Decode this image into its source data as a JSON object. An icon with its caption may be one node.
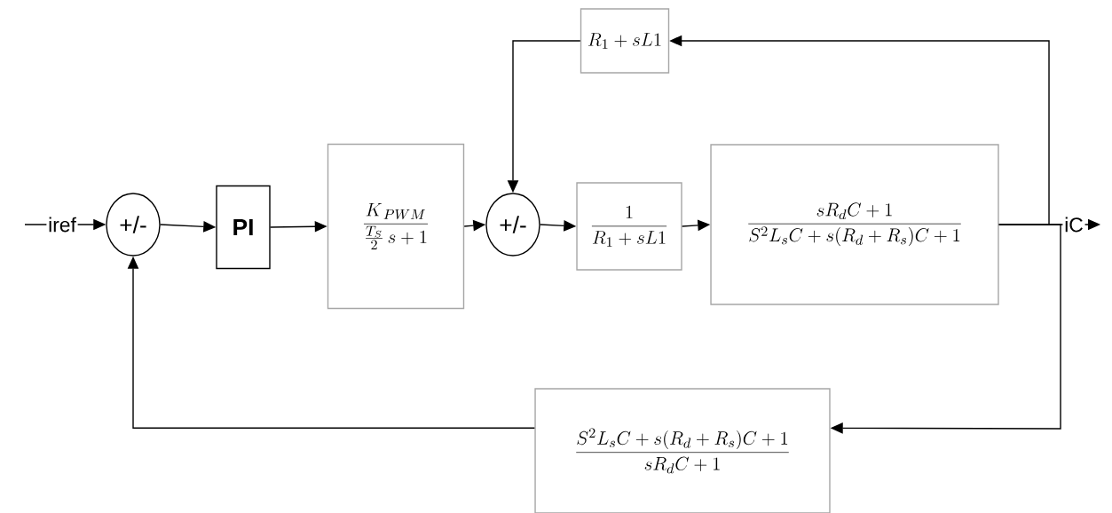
{
  "diagram": {
    "nodes": [
      {
        "text": [
          "+/-"
        ]
      },
      {
        "text": [
          "PI"
        ]
      },
      {
        "text": [
          "\\frac{K_{\\,PWM}}{\\frac{T_S}{2}\\,s+1}"
        ]
      },
      {
        "text": [
          "+/-"
        ]
      },
      {
        "text": [
          "\\frac{1}{R_1+sL1}"
        ]
      },
      {
        "text": [
          "\\frac{sR_dC+1}{S^2L_sC+s(R_d+R_s)C+1}"
        ]
      },
      {
        "text": [
          "R_1+sL1"
        ]
      },
      {
        "text": [
          "\\frac{S^2L_sC+s(R_d+R_s)C+1}{sR_dC+1}"
        ]
      }
    ],
    "edges": [
      {
        "from": null,
        "to": 0,
        "arrow": "to",
        "label": "iref"
      },
      {
        "from": 0,
        "to": 1,
        "arrow": "to"
      },
      {
        "from": 1,
        "to": 2,
        "arrow": "to"
      },
      {
        "from": 2,
        "to": 3,
        "arrow": "to"
      },
      {
        "from": 3,
        "to": 4,
        "arrow": "to"
      },
      {
        "from": 4,
        "to": 5,
        "arrow": "to"
      },
      {
        "from": 5,
        "to": null,
        "arrow": "to",
        "label": "iC"
      },
      {
        "from": 5,
        "to": 6,
        "arrow": "to"
      },
      {
        "from": 6,
        "to": 3,
        "arrow": "to"
      },
      {
        "from": 5,
        "to": 7,
        "arrow": "to"
      },
      {
        "from": 7,
        "to": 0,
        "arrow": "to"
      }
    ]
  }
}
